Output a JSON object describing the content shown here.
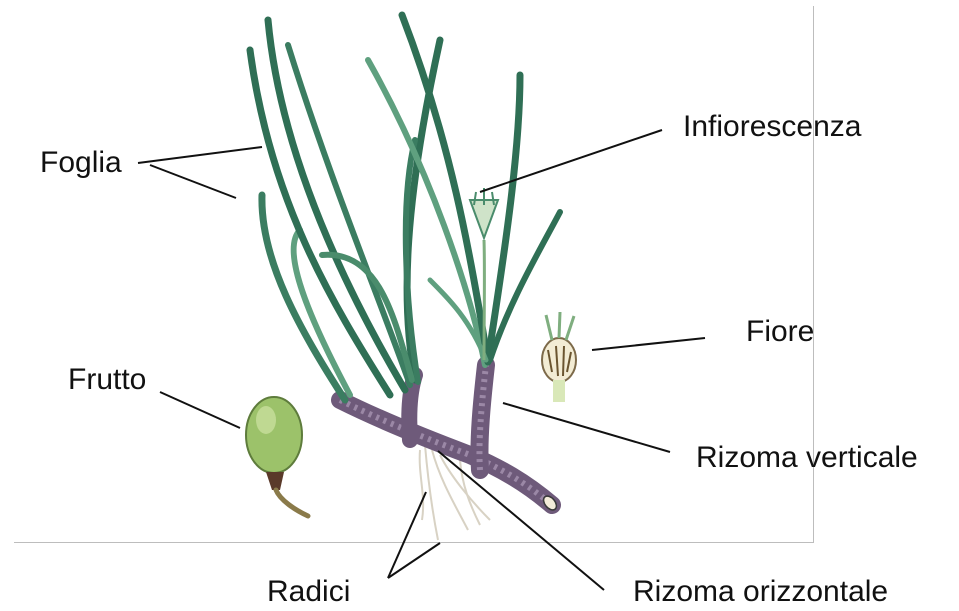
{
  "labels": {
    "foglia": "Foglia",
    "infiorescenza": "Infiorescenza",
    "fiore": "Fiore",
    "frutto": "Frutto",
    "rizoma_verticale": "Rizoma verticale",
    "radici": "Radici",
    "rizoma_orizzontale": "Rizoma orizzontale"
  },
  "colors": {
    "leaf_dark": "#2f6f55",
    "leaf_light": "#5fa07f",
    "rhizome": "#6e5a7a",
    "fruit": "#9cc26a",
    "root": "#d8d2c4",
    "leader": "#111111"
  }
}
